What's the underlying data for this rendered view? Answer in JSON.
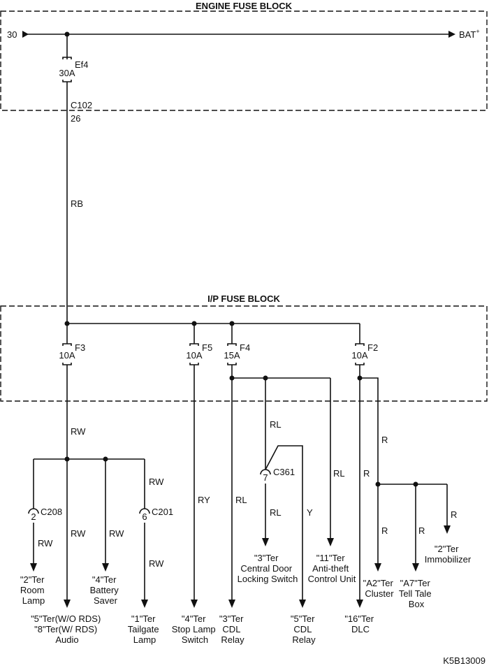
{
  "engine_fuse_block": {
    "title": "ENGINE FUSE BLOCK"
  },
  "ip_fuse_block": {
    "title": "I/P  FUSE BLOCK"
  },
  "supply": {
    "left_label": "30",
    "right_label": "BAT",
    "right_sup": "+"
  },
  "fuses": {
    "ef4": {
      "name": "Ef4",
      "rating": "30A"
    },
    "f3": {
      "name": "F3",
      "rating": "10A"
    },
    "f5": {
      "name": "F5",
      "rating": "10A"
    },
    "f4": {
      "name": "F4",
      "rating": "15A"
    },
    "f2": {
      "name": "F2",
      "rating": "10A"
    }
  },
  "connectors": {
    "c102": {
      "name": "C102",
      "pin": "26"
    },
    "c208": {
      "name": "C208",
      "pin": "2"
    },
    "c201": {
      "name": "C201",
      "pin": "6"
    },
    "c361": {
      "name": "C361",
      "pin": "7"
    }
  },
  "wires": {
    "rb": "RB",
    "rw_main": "RW",
    "rw_c201_top": "RW",
    "rw_room": "RW",
    "rw_audio": "RW",
    "rw_saver": "RW",
    "rw_tailgate": "RW",
    "ry": "RY",
    "rl_cdl": "RL",
    "rl_branch": "RL",
    "rl_antitheft": "RL",
    "rl_switch": "RL",
    "y": "Y",
    "r_dlc": "R",
    "r_branch": "R",
    "r_cluster": "R",
    "r_telltale": "R",
    "r_immobilizer": "R"
  },
  "terminals": {
    "room_lamp": [
      "\"2\"Ter",
      "Room",
      "Lamp"
    ],
    "audio": [
      "\"5\"Ter(W/O RDS)",
      "\"8\"Ter(W/ RDS)",
      "Audio"
    ],
    "battery_saver": [
      "\"4\"Ter",
      "Battery",
      "Saver"
    ],
    "tailgate_lamp": [
      "\"1\"Ter",
      "Tailgate",
      "Lamp"
    ],
    "stop_lamp_switch": [
      "\"4\"Ter",
      "Stop Lamp",
      "Switch"
    ],
    "cdl_relay_3": [
      "\"3\"Ter",
      "CDL",
      "Relay"
    ],
    "central_door_locking_switch": [
      "\"3\"Ter",
      "Central Door",
      "Locking Switch"
    ],
    "anti_theft_control_unit": [
      "\"11\"Ter",
      "Anti-theft",
      "Control Unit"
    ],
    "cdl_relay_5": [
      "\"5\"Ter",
      "CDL",
      "Relay"
    ],
    "dlc": [
      "\"16\"Ter",
      "DLC"
    ],
    "cluster": [
      "\"A2\"Ter",
      "Cluster"
    ],
    "tell_tale_box": [
      "\"A7\"Ter",
      "Tell Tale",
      "Box"
    ],
    "immobilizer": [
      "\"2\"Ter",
      "Immobilizer"
    ]
  },
  "figure_code": "K5B13009"
}
